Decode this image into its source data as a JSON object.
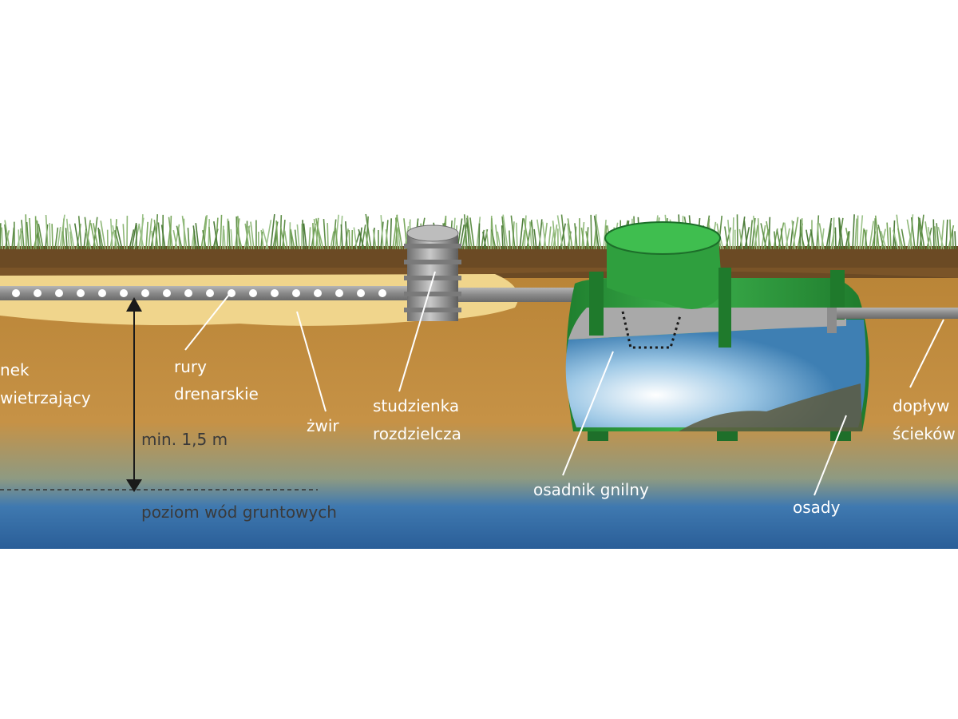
{
  "labels": {
    "vent_line1": "nek",
    "vent_line2": "wietrzający",
    "drain_line1": "rury",
    "drain_line2": "drenarskie",
    "gravel": "żwir",
    "distribution_line1": "studzienka",
    "distribution_line2": "rozdzielcza",
    "septic_tank": "osadnik gnilny",
    "sediment": "osady",
    "inflow_line1": "dopływ",
    "inflow_line2": "ścieków",
    "min_depth": "min. 1,5 m",
    "groundwater": "poziom wód gruntowych"
  },
  "colors": {
    "grass": "#6f9a54",
    "topsoil": "#6b4a24",
    "soil": "#c08a3a",
    "gravel": "#f1d68f",
    "groundwater": "#2f6aa6",
    "tank": "#2f9f3e",
    "pipe": "#8c8c8c",
    "label": "#3a3a3a"
  }
}
